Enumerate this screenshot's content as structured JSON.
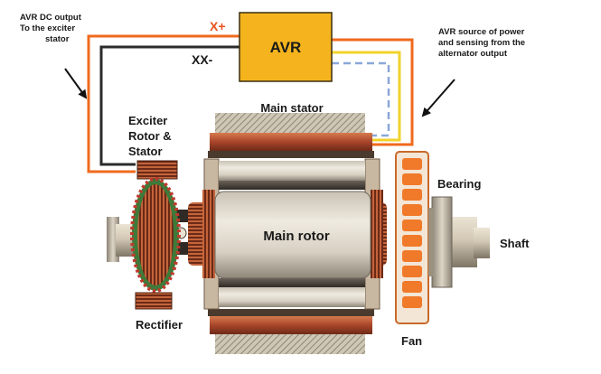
{
  "labels": {
    "avr_dc_output": [
      "AVR DC output",
      "To the exciter",
      "stator"
    ],
    "avr_source": [
      "AVR source of power",
      "and sensing from the",
      "alternator output"
    ],
    "avr": "AVR",
    "x_plus": "X+",
    "xx_minus": "XX-",
    "main_stator": "Main stator",
    "exciter": [
      "Exciter",
      "Rotor &",
      "Stator"
    ],
    "bearing": "Bearing",
    "main_rotor": "Main rotor",
    "shaft": "Shaft",
    "rectifier": "Rectifier",
    "fan": "Fan"
  },
  "colors": {
    "avr_box": "#f5b41e",
    "x_plus_wire": "#f06a1e",
    "xx_minus_wire": "#2b2b2b",
    "yellow_wire": "#f2d22a",
    "sensing_dashed": "#8aa8d8",
    "copper": "#b4532f",
    "fan_orange": "#f07a2a",
    "x_plus_text": "#e8531e"
  }
}
